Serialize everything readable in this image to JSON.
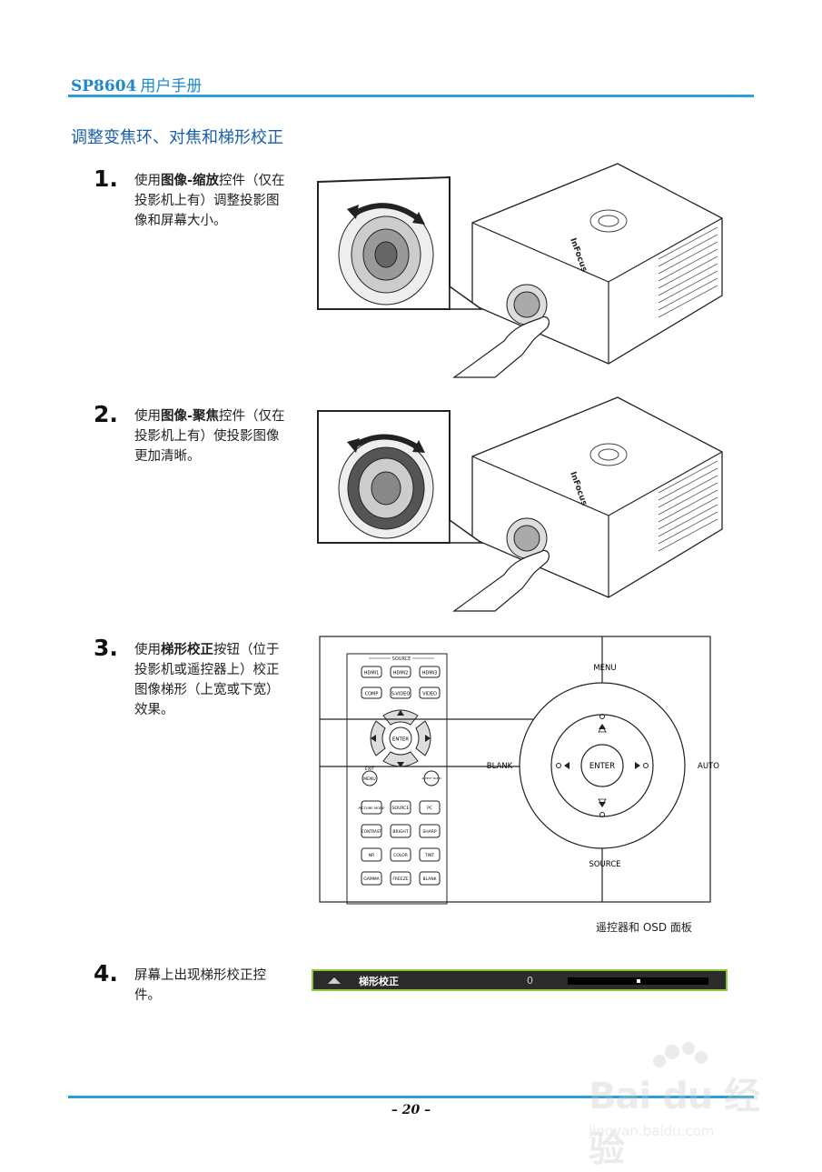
{
  "header": {
    "model": "SP8604",
    "title": "用户手册"
  },
  "section": {
    "title": "调整变焦环、对焦和梯形校正"
  },
  "steps": [
    {
      "num": "1.",
      "pre": "使用",
      "bold": "图像-缩放",
      "post": "控件（仅在投影机上有）调整投影图像和屏幕大小。"
    },
    {
      "num": "2.",
      "pre": "使用",
      "bold": "图像-聚焦",
      "post": "控件（仅在投影机上有）使投影图像更加清晰。"
    },
    {
      "num": "3.",
      "pre": "使用",
      "bold": "梯形校正",
      "post": "按钮（位于投影机或遥控器上）校正图像梯形（上宽或下宽）效果。"
    },
    {
      "num": "4.",
      "pre": "屏幕上出现梯形校正控件。",
      "bold": "",
      "post": ""
    }
  ],
  "projector": {
    "brand": "InFocus"
  },
  "remote": {
    "source_label": "SOURCE",
    "row1": [
      "HDMI1",
      "HDMI2",
      "HDMI3"
    ],
    "row2": [
      "COMP",
      "S-VIDEO",
      "VIDEO"
    ],
    "enter": "ENTER",
    "exit": "EXIT",
    "menu": "MENU",
    "aspect": "ASPECT RATIO",
    "grid": [
      [
        "PICTURE MODE",
        "SOURCE",
        "PC"
      ],
      [
        "CONTRAST",
        "BRIGHT",
        "SHARP"
      ],
      [
        "NR",
        "COLOR",
        "TINT"
      ],
      [
        "GAMMA",
        "FREEZE",
        "BLANK"
      ]
    ]
  },
  "osd_panel": {
    "menu": "MENU",
    "blank": "BLANK",
    "auto": "AUTO",
    "source": "SOURCE",
    "enter": "ENTER"
  },
  "caption": "遥控器和 OSD 面板",
  "osd_bar": {
    "label": "梯形校正",
    "value": "0",
    "level": 0.5
  },
  "footer": {
    "page": "– 20 –"
  },
  "watermark": {
    "main": "Bai du 经验",
    "sub": "jingyan.baidu.com"
  },
  "colors": {
    "accent": "#2a9fd8",
    "osd_border": "#8cc63f"
  }
}
